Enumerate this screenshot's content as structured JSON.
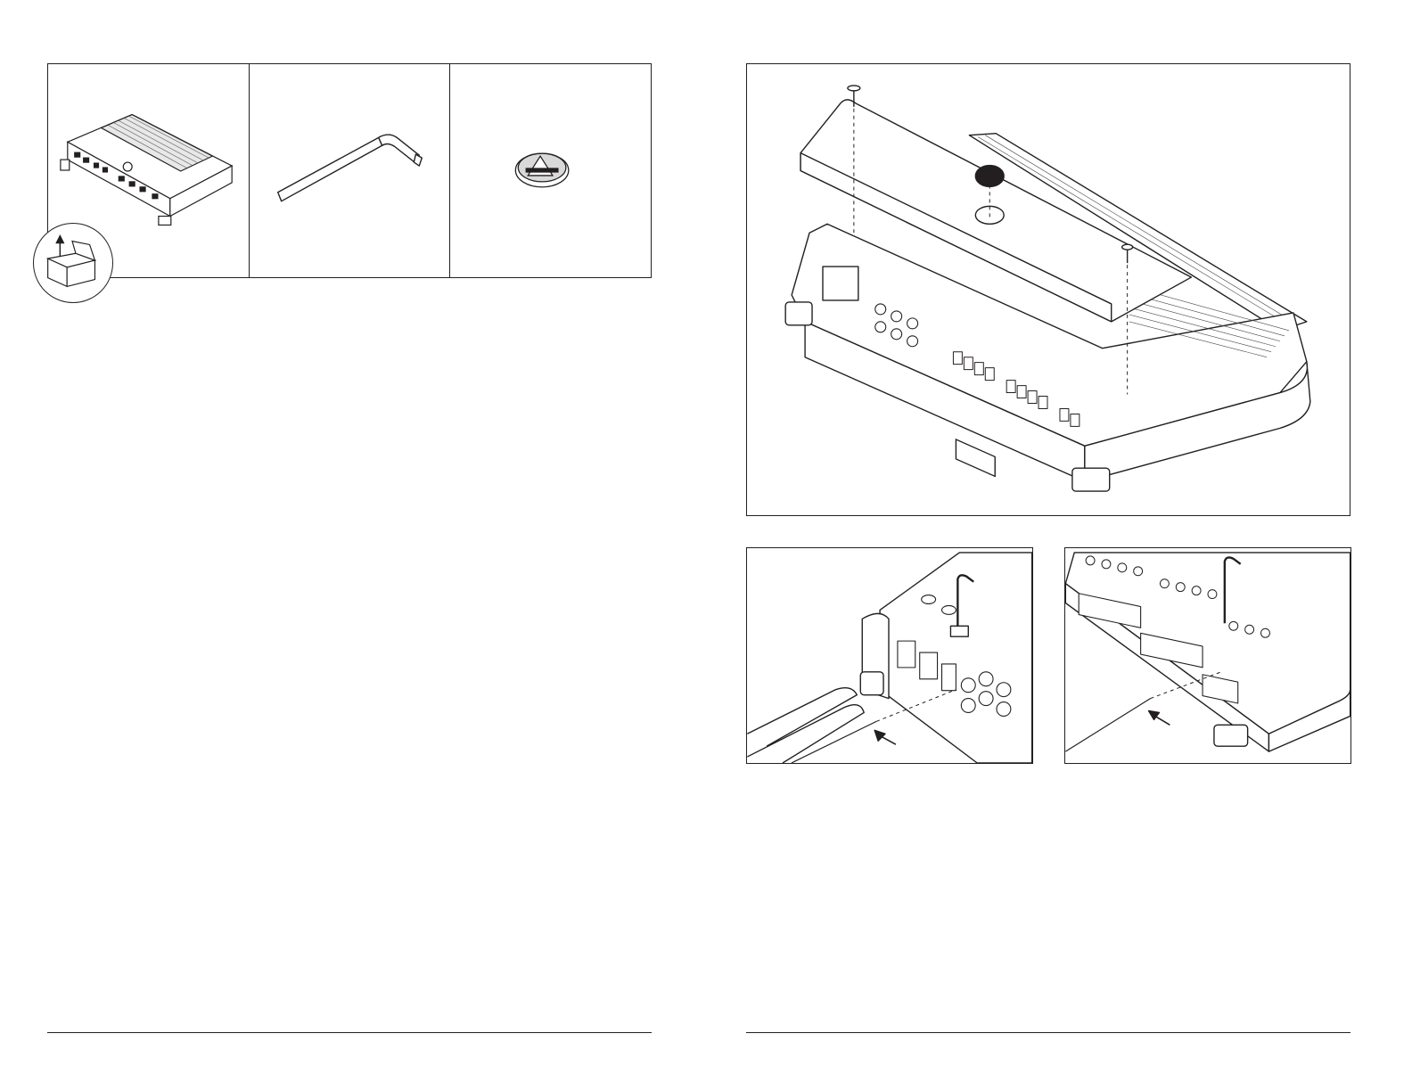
{
  "page": {
    "background": "#ffffff",
    "line_color": "#231f20"
  },
  "contents_panels": [
    {
      "name": "amplifier",
      "icon": "amplifier-icon"
    },
    {
      "name": "hex-key",
      "icon": "hex-key-icon"
    },
    {
      "name": "logo-badge",
      "icon": "logo-badge-icon"
    }
  ],
  "unbox_badge": {
    "icon": "open-box-icon"
  },
  "illustrations": [
    {
      "name": "cover-removal",
      "icon": "cover-removal-icon"
    },
    {
      "name": "power-wire-install",
      "icon": "power-wire-icon"
    },
    {
      "name": "speaker-wire-install",
      "icon": "speaker-wire-icon"
    }
  ]
}
